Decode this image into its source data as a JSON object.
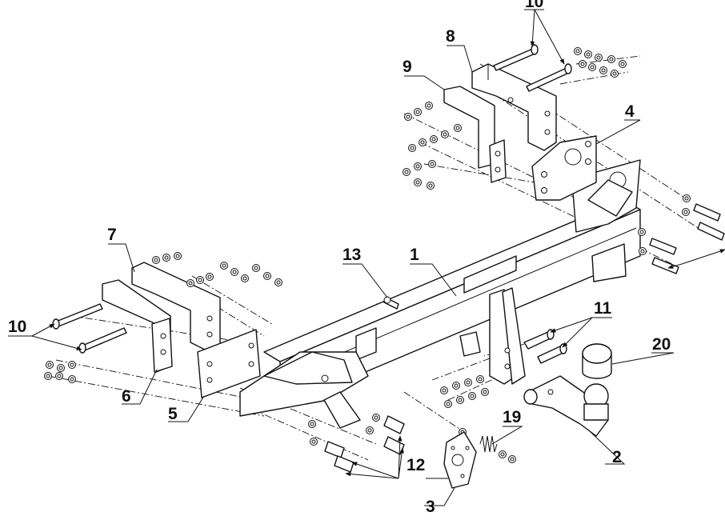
{
  "labels": {
    "p1": "1",
    "p2": "2",
    "p3": "3",
    "p4": "4",
    "p5": "5",
    "p6": "6",
    "p7": "7",
    "p8": "8",
    "p9": "9",
    "p10_top": "10",
    "p10_left": "10",
    "p11": "11",
    "p12": "12",
    "p13": "13",
    "p19": "19",
    "p20": "20"
  }
}
